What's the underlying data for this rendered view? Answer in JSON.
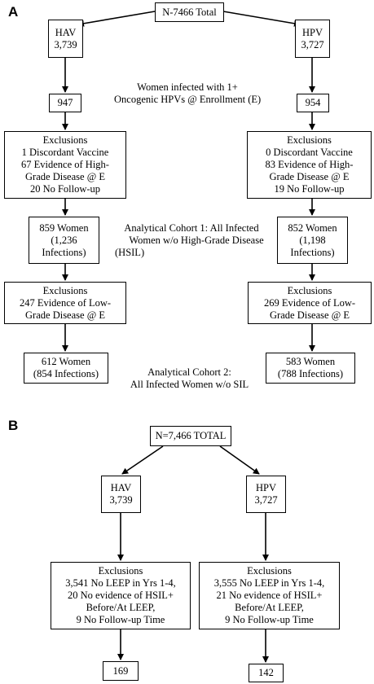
{
  "panelA": {
    "label": "A",
    "total": "N-7466 Total",
    "hav": {
      "name": "HAV",
      "count": "3,739"
    },
    "hpv": {
      "name": "HPV",
      "count": "3,727"
    },
    "infected_note": [
      "Women infected with 1+",
      "Oncogenic HPVs @ Enrollment (E)"
    ],
    "hav_infected": "947",
    "hpv_infected": "954",
    "hav_exclusions1": [
      "Exclusions",
      "1 Discordant Vaccine",
      "67 Evidence of High-",
      "Grade Disease @ E",
      "20 No Follow-up"
    ],
    "hpv_exclusions1": [
      "Exclusions",
      "0 Discordant Vaccine",
      "83 Evidence of High-",
      "Grade Disease @ E",
      "19 No Follow-up"
    ],
    "hav_cohort1": [
      "859 Women",
      "(1,236",
      "Infections)"
    ],
    "hpv_cohort1": [
      "852 Women",
      "(1,198",
      "Infections)"
    ],
    "cohort1_note": [
      "Analytical Cohort 1:  All Infected",
      "Women w/o High-Grade Disease",
      "(HSIL)"
    ],
    "hav_exclusions2": [
      "Exclusions",
      "247 Evidence of Low-",
      "Grade Disease @ E"
    ],
    "hpv_exclusions2": [
      "Exclusions",
      "269 Evidence of Low-",
      "Grade Disease @ E"
    ],
    "hav_cohort2": [
      "612 Women",
      "(854 Infections)"
    ],
    "hpv_cohort2": [
      "583 Women",
      "(788 Infections)"
    ],
    "cohort2_note": [
      "Analytical Cohort 2:",
      "All Infected Women w/o SIL"
    ]
  },
  "panelB": {
    "label": "B",
    "total": "N=7,466 TOTAL",
    "hav": {
      "name": "HAV",
      "count": "3,739"
    },
    "hpv": {
      "name": "HPV",
      "count": "3,727"
    },
    "hav_exclusions": [
      "Exclusions",
      "3,541 No LEEP in Yrs 1-4,",
      "20 No evidence of HSIL+",
      "Before/At LEEP,",
      "9 No Follow-up Time"
    ],
    "hpv_exclusions": [
      "Exclusions",
      "3,555 No LEEP in Yrs 1-4,",
      "21 No evidence of HSIL+",
      "Before/At LEEP,",
      "9 No Follow-up Time"
    ],
    "hav_final": "169",
    "hpv_final": "142"
  }
}
